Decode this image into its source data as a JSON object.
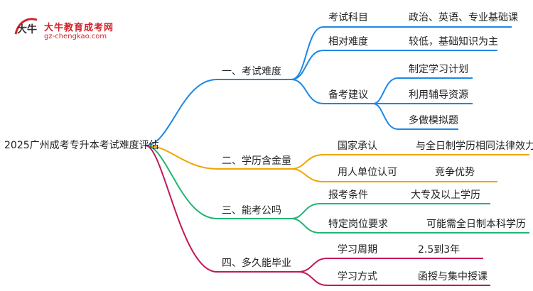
{
  "logo": {
    "name": "大牛教育成考网",
    "url": "gz-chengkao.com",
    "mark_text": "大牛"
  },
  "root": "2025广州成考专升本考试难度评估",
  "branches": [
    {
      "label": "一、考试难度",
      "color": "#1e88e5",
      "children": [
        {
          "label": "考试科目",
          "value": "政治、英语、专业基础课"
        },
        {
          "label": "相对难度",
          "value": "较低，基础知识为主"
        },
        {
          "label": "备考建议",
          "items": [
            "制定学习计划",
            "利用辅导资源",
            "多做模拟题"
          ]
        }
      ]
    },
    {
      "label": "二、学历含金量",
      "color": "#f0a500",
      "children": [
        {
          "label": "国家承认",
          "value": "与全日制学历相同法律效力"
        },
        {
          "label": "用人单位认可",
          "value": "竞争优势"
        }
      ]
    },
    {
      "label": "三、能考公吗",
      "color": "#22b573",
      "children": [
        {
          "label": "报考条件",
          "value": "大专及以上学历"
        },
        {
          "label": "特定岗位要求",
          "value": "可能需全日制本科学历"
        }
      ]
    },
    {
      "label": "四、多久能毕业",
      "color": "#c2185b",
      "children": [
        {
          "label": "学习周期",
          "value": "2.5到3年"
        },
        {
          "label": "学习方式",
          "value": "函授与集中授课"
        }
      ]
    }
  ]
}
